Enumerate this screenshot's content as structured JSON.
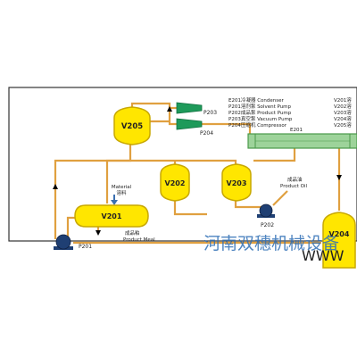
{
  "vessels": {
    "v205": "V205",
    "v202": "V202",
    "v203": "V203",
    "v201": "V201",
    "v204": "V204"
  },
  "pumps": {
    "p203": "P203",
    "p204": "P204",
    "p202": "P202",
    "p201": "P201"
  },
  "exchanger": {
    "e201": "E201"
  },
  "labels": {
    "material_cn": "Material",
    "material_en": "溶料",
    "product_meal_cn": "成品粕",
    "product_meal_en": "Product Meal",
    "product_oil_cn": "成品油",
    "product_oil_en": "Product Oil"
  },
  "legend": [
    {
      "text": "E201冷凝器  Condenser",
      "right": "V201溶"
    },
    {
      "text": "P201溶剂泵  Solvent Pump",
      "right": "V202溶"
    },
    {
      "text": "P202成品泵  Product Pump",
      "right": "V203溶"
    },
    {
      "text": "P203真空泵  Vacuum Pump",
      "right": "V204溶"
    },
    {
      "text": "P204压缩机  Compressor",
      "right": "V205溶"
    }
  ],
  "watermark": {
    "cn": "河南双穗机械设备",
    "en": "WWW"
  },
  "colors": {
    "vessel_fill": "#ffe600",
    "vessel_stroke": "#c8a800",
    "pipe": "#e0a040",
    "pipe_blue": "#3a6fb0",
    "exchanger": "#9dd39a",
    "exchanger_stroke": "#4a9a4a",
    "compressor": "#1e9a5a",
    "pump": "#1f3f73",
    "watermark": "#2f6fb5",
    "frame": "#333333"
  }
}
